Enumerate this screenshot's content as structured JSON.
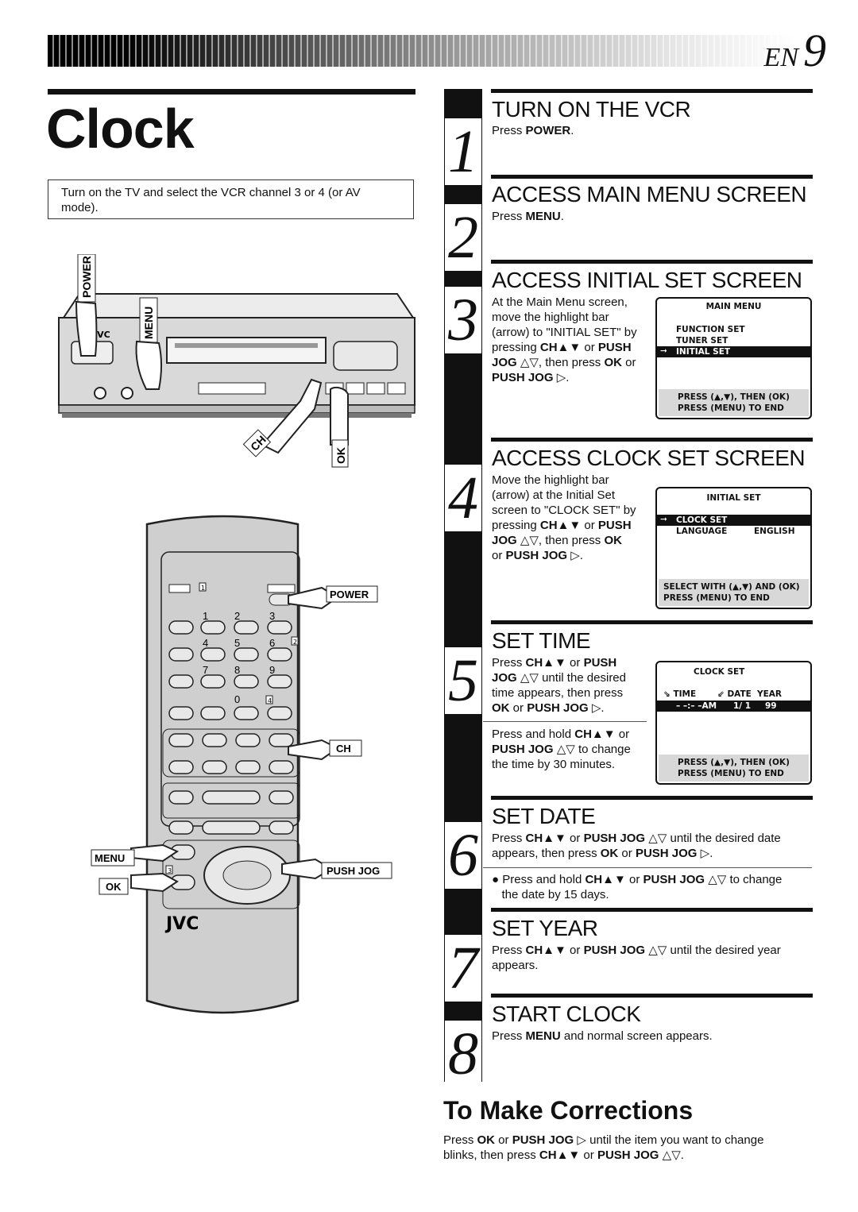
{
  "header": {
    "lang": "EN",
    "page": "9"
  },
  "title": "Clock",
  "note": "Turn on the TV and select the VCR channel 3 or 4 (or AV mode).",
  "illustration": {
    "vcr_labels": {
      "power": "POWER",
      "menu": "MENU",
      "ch": "CH",
      "ok": "OK",
      "brand": "JVC"
    },
    "remote_labels": {
      "power": "POWER",
      "ch": "CH",
      "menu": "MENU",
      "ok": "OK",
      "push_jog": "PUSH JOG",
      "brand": "JVC",
      "keys": [
        "1",
        "2",
        "3",
        "4",
        "5",
        "6",
        "7",
        "8",
        "9",
        "0"
      ],
      "tags": [
        "1",
        "2",
        "4",
        "3"
      ]
    }
  },
  "steps": [
    {
      "num": "1",
      "heading": "TURN ON THE VCR",
      "text_html": "Press <b>POWER</b>."
    },
    {
      "num": "2",
      "heading": "ACCESS MAIN MENU SCREEN",
      "text_html": "Press <b>MENU</b>."
    },
    {
      "num": "3",
      "heading": "ACCESS INITIAL SET SCREEN",
      "text_html": "At the Main Menu screen,<br>move the highlight bar<br>(arrow) to \"INITIAL SET\" by<br>pressing <b>CH▲▼</b> or <b>PUSH</b><br><b>JOG</b> △▽, then press <b>OK</b> or<br><b>PUSH JOG</b> ▷."
    },
    {
      "num": "4",
      "heading": "ACCESS CLOCK SET SCREEN",
      "text_html": "Move the highlight bar<br>(arrow) at the Initial Set<br>screen to \"CLOCK SET\" by<br>pressing <b>CH▲▼</b> or <b>PUSH</b><br><b>JOG</b> △▽, then press <b>OK</b><br>or <b>PUSH JOG</b> ▷."
    },
    {
      "num": "5",
      "heading": "SET TIME",
      "text_html": "Press <b>CH▲▼</b> or <b>PUSH</b><br><b>JOG</b> △▽ until the desired<br>time appears, then press<br><b>OK</b> or <b>PUSH JOG</b> ▷.",
      "text2_html": "Press and hold <b>CH▲▼</b> or<br><b>PUSH JOG</b> △▽ to change<br>the time by 30 minutes."
    },
    {
      "num": "6",
      "heading": "SET DATE",
      "text_html": "Press <b>CH▲▼</b> or <b>PUSH JOG</b> △▽ until the desired date<br>appears, then press <b>OK</b> or <b>PUSH JOG</b> ▷.",
      "text2_html": "● Press and hold <b>CH▲▼</b> or <b>PUSH JOG</b> △▽ to change<br>&nbsp;&nbsp;&nbsp;the date by 15 days."
    },
    {
      "num": "7",
      "heading": "SET YEAR",
      "text_html": "Press <b>CH▲▼</b> or <b>PUSH JOG</b> △▽ until the desired year<br>appears."
    },
    {
      "num": "8",
      "heading": "START CLOCK",
      "text_html": "Press <b>MENU</b> and normal screen appears."
    }
  ],
  "osd_main": {
    "title": "MAIN MENU",
    "items": [
      "FUNCTION SET",
      "TUNER SET",
      "INITIAL SET"
    ],
    "foot1": "PRESS (▲,▼), THEN (OK)",
    "foot2": "PRESS (MENU) TO END"
  },
  "osd_initial": {
    "title": "INITIAL SET",
    "item1": "CLOCK SET",
    "item2": "LANGUAGE",
    "item2_value": "ENGLISH",
    "foot1": "SELECT WITH (▲,▼) AND (OK)",
    "foot2": "PRESS (MENU) TO END"
  },
  "osd_clock": {
    "title": "CLOCK SET",
    "col_time": "TIME",
    "col_date": "DATE",
    "col_year": "YEAR",
    "val_time": "– –:– –AM",
    "val_date": "1/ 1",
    "val_year": "99",
    "foot1": "PRESS (▲,▼), THEN (OK)",
    "foot2": "PRESS (MENU) TO END"
  },
  "corrections": {
    "title": "To Make Corrections",
    "text_html": "Press <b>OK</b> or <b>PUSH JOG</b> ▷ until the item you want to change<br>blinks, then press <b>CH▲▼</b> or <b>PUSH JOG</b> △▽."
  }
}
